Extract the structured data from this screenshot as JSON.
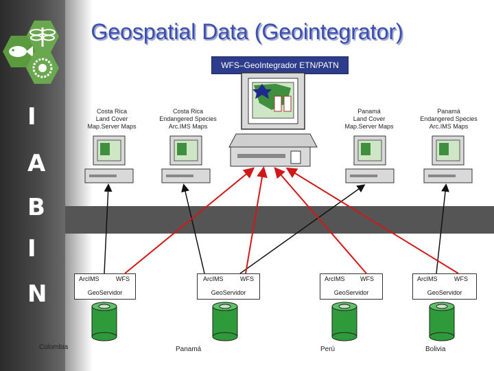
{
  "title": "Geospatial Data (Geointegrator)",
  "header_box": "WFS–GeoIntegrador ETN/PATN",
  "sidebar_letters": [
    "I",
    "A",
    "B",
    "I",
    "N"
  ],
  "clients": [
    {
      "label": "Costa Rica\nLand Cover\nMap.Server Maps"
    },
    {
      "label": "Costa Rica\nEndangered Species\nArc.IMS Maps"
    },
    {
      "label": "Panamá\nLand Cover\nMap.Server Maps"
    },
    {
      "label": "Panamá\nEndangered Species\nArc.IMS Maps"
    }
  ],
  "servers": [
    {
      "left": "ArcIMS",
      "right": "WFS",
      "bottom": "GeoServidor",
      "country": "Colombia"
    },
    {
      "left": "ArcIMS",
      "right": "WFS",
      "bottom": "GeoServidor",
      "country": "Panamá"
    },
    {
      "left": "ArcIMS",
      "right": "WFS",
      "bottom": "GeoServidor",
      "country": "Perú"
    },
    {
      "left": "ArcIMS",
      "right": "WFS",
      "bottom": "GeoServidor",
      "country": "Bolivia"
    }
  ],
  "colors": {
    "title": "#3a4fb0",
    "header_box": "#2e3c8c",
    "arrow": "#d01818",
    "black_arrow": "#111111",
    "database": "#2f9a3a",
    "band": "#555555",
    "hex_icons": "#6aa84f"
  },
  "icons": [
    "dragonfly-icon",
    "fish-icon",
    "flower-icon"
  ]
}
